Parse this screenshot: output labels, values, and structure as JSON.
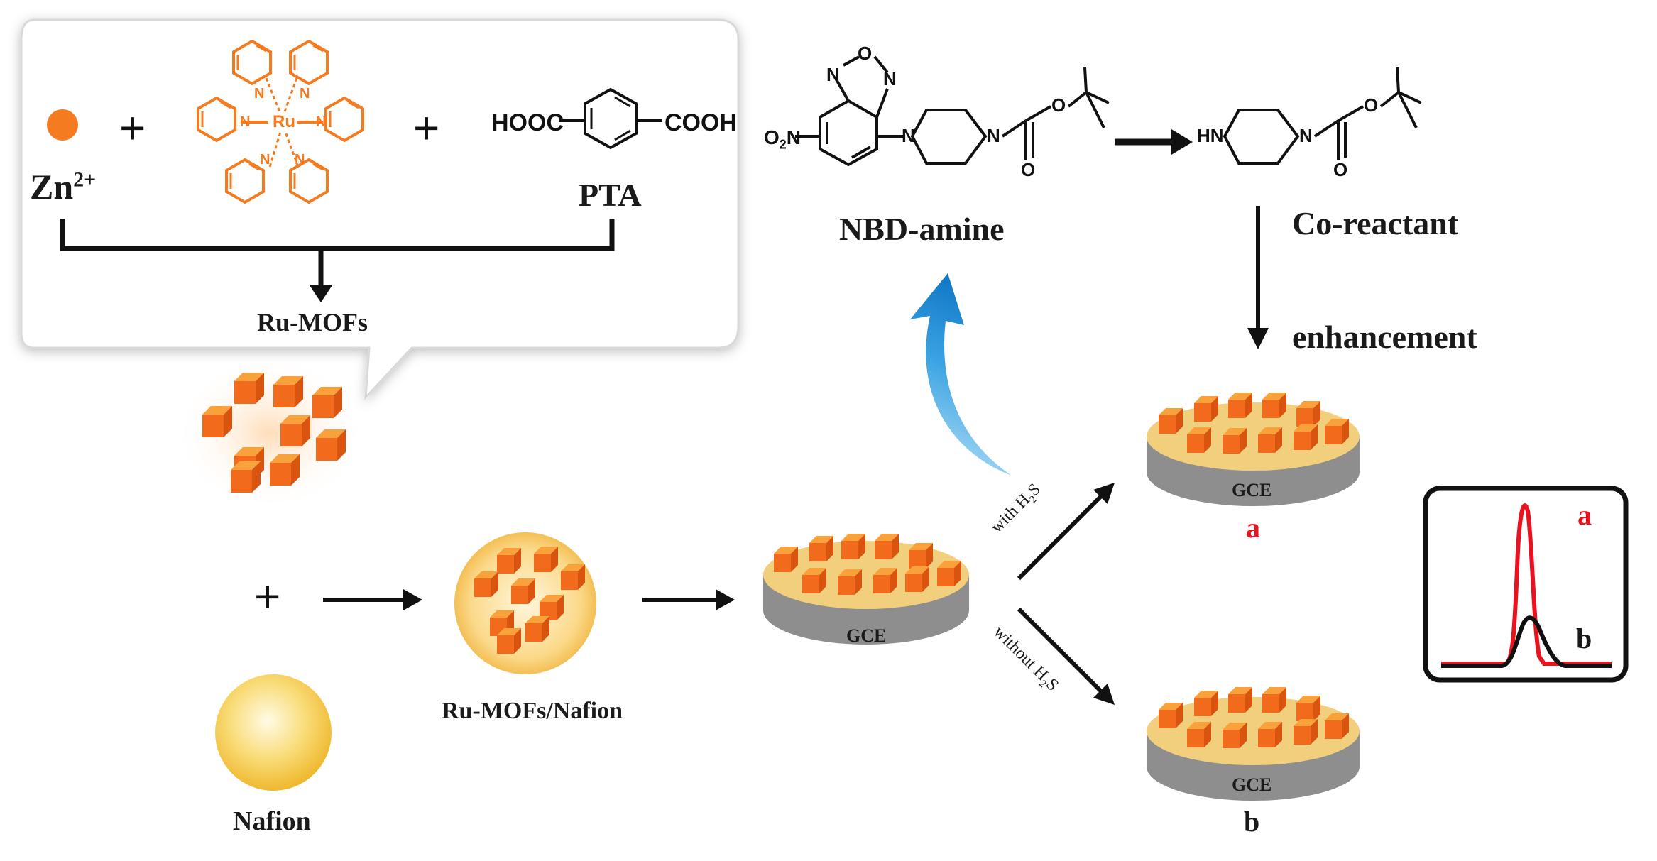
{
  "colors": {
    "orange": "#f47b20",
    "cube_front": "#f26b1d",
    "cube_top": "#f9a23c",
    "cube_side": "#d8540f",
    "electrode_top": "#f2cf7c",
    "electrode_side": "#8e8e8e",
    "nafion": "#f7c94a",
    "curve_a": "#e8131f",
    "curve_b": "#111111",
    "blue_arrow": "#1a8fd8"
  },
  "synthesis": {
    "zn_label": "Zn",
    "zn_charge": "2+",
    "plus1": "+",
    "plus2": "+",
    "ru_atom": "Ru",
    "n_atom": "N",
    "hooc": "HOOC",
    "cooh": "COOH",
    "pta_label": "PTA",
    "product_label": "Ru-MOFs"
  },
  "nbd": {
    "label": "NBD-amine",
    "o2n": "O",
    "o2n_sub": "2",
    "o2n_tail": "N",
    "ring_o": "O",
    "n_left": "N",
    "n_right": "N",
    "pip_n1": "N",
    "pip_n2": "N",
    "carb_o": "O",
    "carb_o2": "O"
  },
  "coreactant": {
    "label": "Co-reactant",
    "hn": "HN",
    "pip_n": "N",
    "o1": "O",
    "o2": "O",
    "enhancement": "enhancement"
  },
  "bottom": {
    "plus": "+",
    "nafion_label": "Nafion",
    "composite_label": "Ru-MOFs/Nafion",
    "gce": "GCE",
    "with_h2s": "with H",
    "with_h2s_sub": "2",
    "with_h2s_tail": "S",
    "without_h2s": "without H",
    "without_h2s_sub": "2",
    "without_h2s_tail": "S",
    "label_a": "a",
    "label_b": "b"
  },
  "inset": {
    "label_a": "a",
    "label_b": "b"
  }
}
